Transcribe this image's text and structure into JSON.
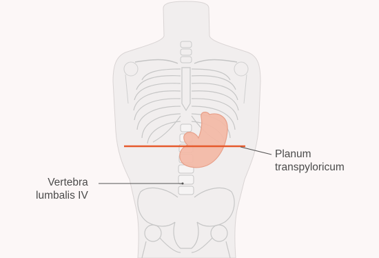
{
  "labels": {
    "planum_line1": "Planum",
    "planum_line2": "transpyloricum",
    "vertebra_line1": "Vertebra",
    "vertebra_line2": "lumbalis IV"
  },
  "colors": {
    "background": "#fcf7f7",
    "body_fill": "#f1eeee",
    "skeleton_stroke": "#c9c9c9",
    "stomach_fill": "#f4b9a6",
    "stomach_stroke": "#e79a82",
    "plane_line": "#e65a2c",
    "leader_line": "#555555"
  },
  "icons": {
    "figure": "torso-skeleton-illustration",
    "organ": "stomach-illustration"
  }
}
